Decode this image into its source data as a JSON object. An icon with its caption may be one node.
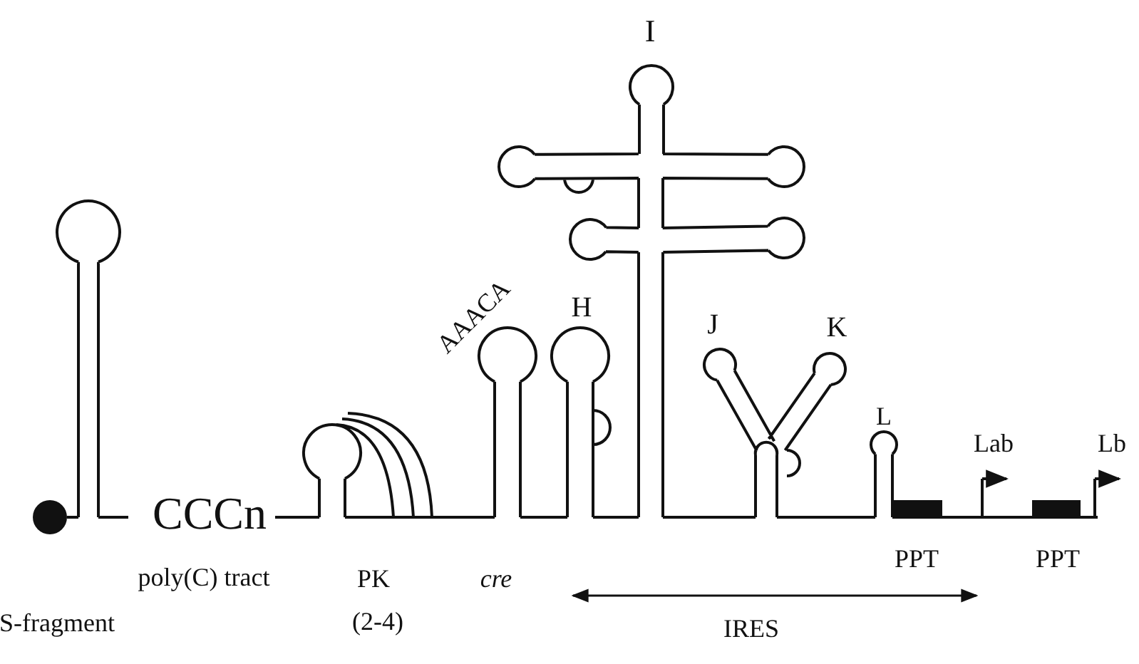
{
  "diagram": {
    "labels": [
      "I",
      "AAACA",
      "H",
      "J",
      "K",
      "L",
      "Lab",
      "Lb",
      "CCCn",
      "poly(C) tract",
      "PK",
      "cre",
      "PPT",
      "PPT",
      "S-fragment",
      "(2-4)",
      "IRES"
    ]
  }
}
